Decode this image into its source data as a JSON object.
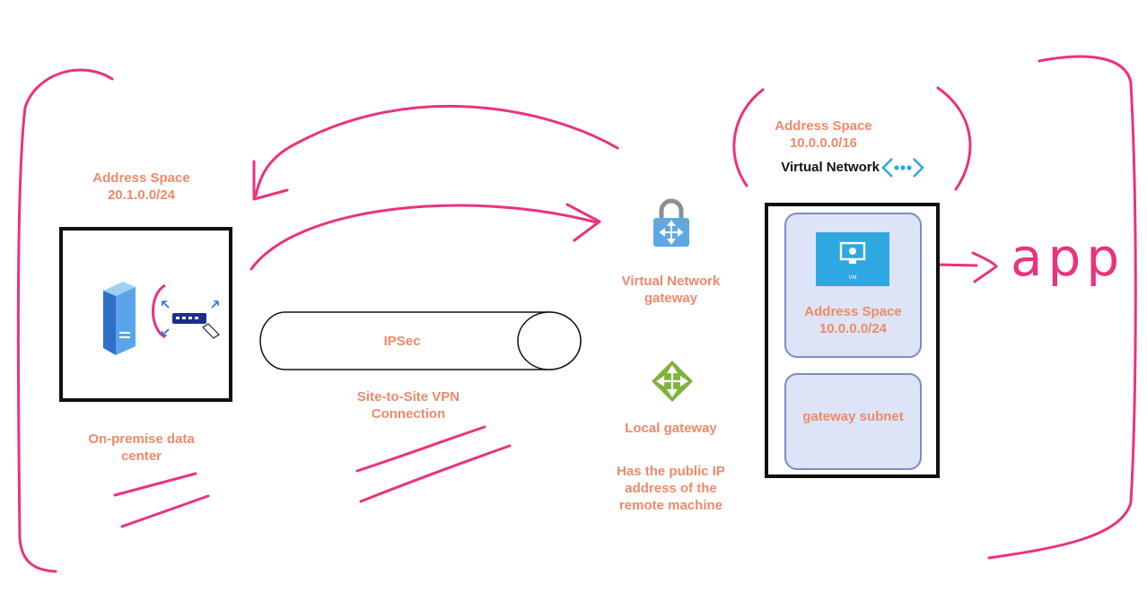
{
  "onprem": {
    "address_space_label": "Address Space",
    "address_space_value": "20.1.0.0/24",
    "caption_line1": "On-premise data",
    "caption_line2": "center"
  },
  "tunnel": {
    "label": "IPSec",
    "caption_line1": "Site-to-Site VPN",
    "caption_line2": "Connection"
  },
  "vnet_gateway": {
    "line1": "Virtual Network",
    "line2": "gateway"
  },
  "local_gateway": {
    "label": "Local gateway",
    "note_line1": "Has the public IP",
    "note_line2": "address of the",
    "note_line3": "remote machine"
  },
  "vnet": {
    "address_space_label": "Address Space",
    "address_space_value": "10.0.0.0/16",
    "name": "Virtual Network",
    "vm_badge": "VM"
  },
  "subnet_vm": {
    "address_space_label": "Address Space",
    "address_space_value": "10.0.0.0/24"
  },
  "subnet_gateway": {
    "label": "gateway subnet"
  },
  "annotation": {
    "text": "app"
  },
  "colors": {
    "label_orange": "#f08968",
    "ink_pink": "#e8337f",
    "subnet_fill": "#dde4f7",
    "subnet_border": "#7b8ec2",
    "azure_blue": "#2ea8e0"
  },
  "icons": [
    "server-icon",
    "router-icon",
    "vpn-gateway-lock-icon",
    "local-gateway-icon",
    "virtual-network-icon",
    "vm-monitor-icon"
  ]
}
